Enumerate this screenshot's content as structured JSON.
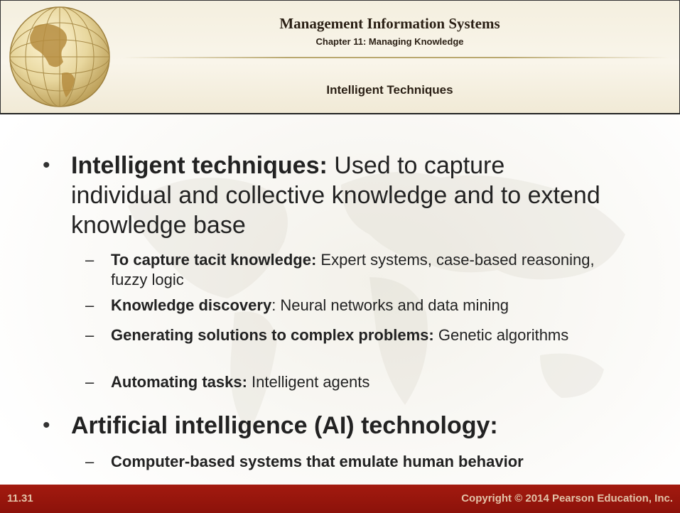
{
  "header": {
    "title": "Management Information Systems",
    "chapter": "Chapter 11: Managing Knowledge",
    "topic": "Intelligent Techniques"
  },
  "bullets": [
    {
      "bold": "Intelligent techniques:",
      "text": " Used to capture individual and collective knowledge and to extend knowledge base",
      "sub": [
        {
          "bold": "To capture tacit knowledge:",
          "text": " Expert systems, case-based reasoning, fuzzy logic"
        },
        {
          "bold": "Knowledge discovery",
          "text": ": Neural networks and data mining"
        },
        {
          "bold": "Generating solutions to complex problems:",
          "text": " Genetic algorithms"
        },
        {
          "bold": "Automating tasks:",
          "text": " Intelligent agents"
        }
      ]
    },
    {
      "bold": "Artificial intelligence (AI) technology:",
      "text": "",
      "sub": [
        {
          "bold": "Computer-based systems that emulate human behavior",
          "text": ""
        }
      ]
    }
  ],
  "footer": {
    "page": "11.31",
    "copyright": "Copyright © 2014 Pearson Education, Inc."
  }
}
